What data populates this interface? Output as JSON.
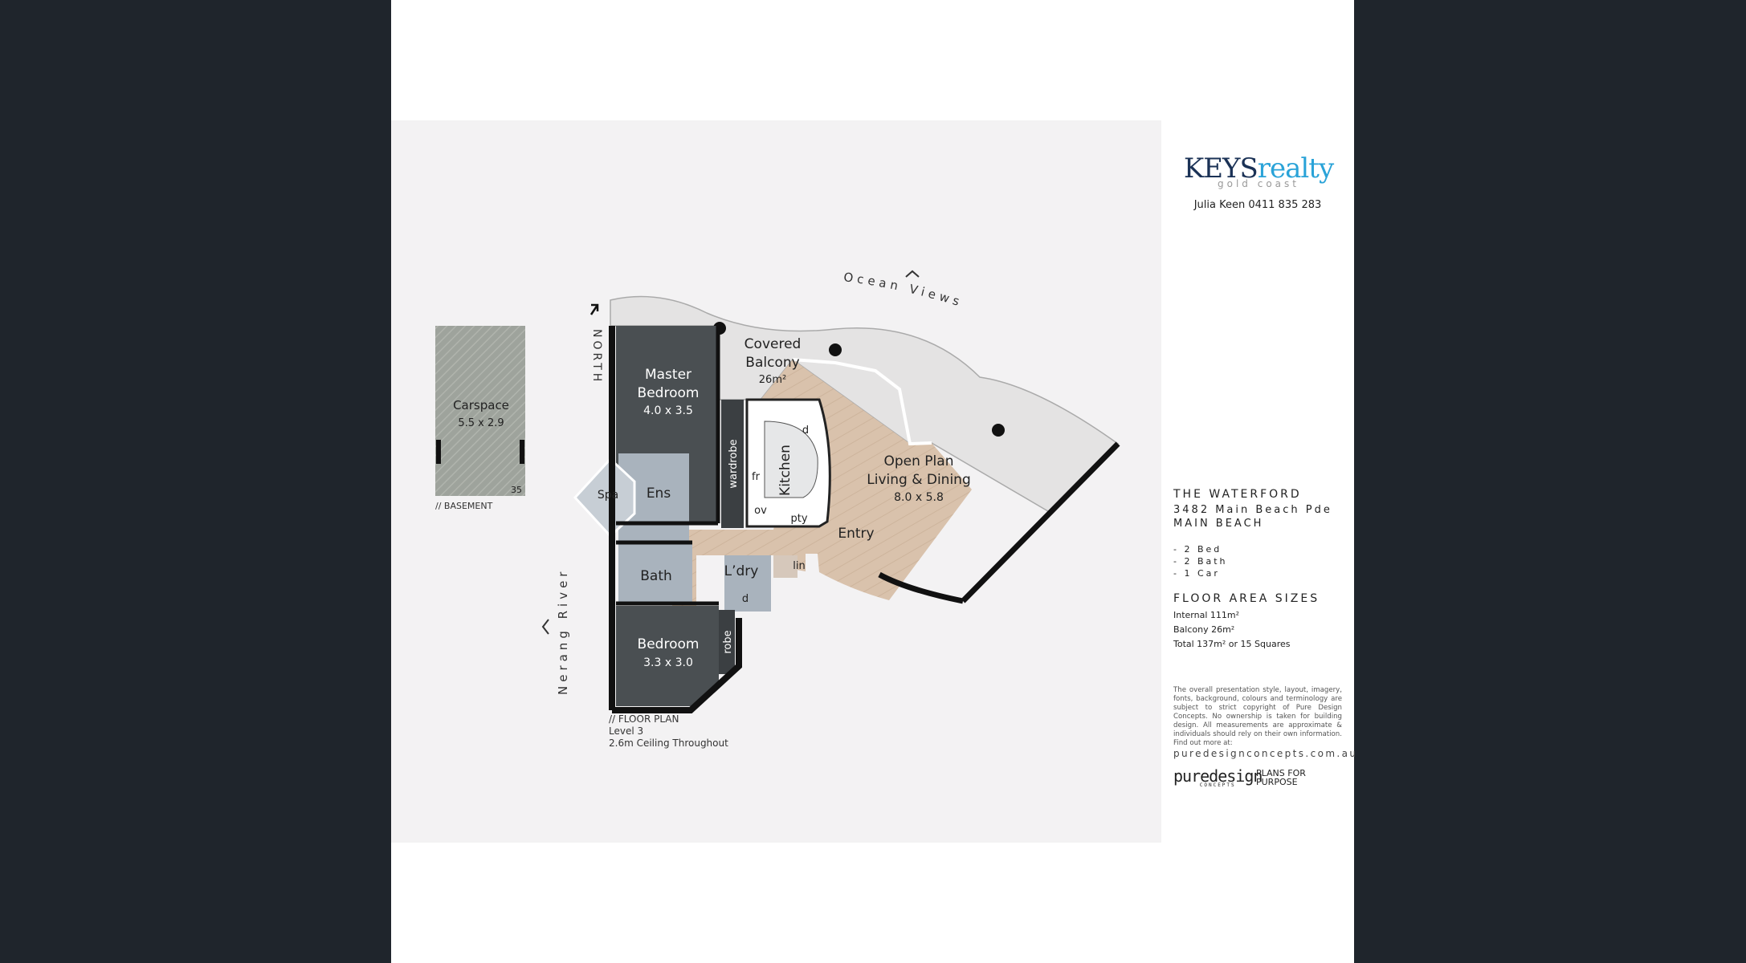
{
  "brand": {
    "name_dark": "KEYS",
    "name_light": "realty",
    "sub": "gold coast",
    "agent": "Julia Keen  0411 835 283"
  },
  "property": {
    "name": "THE WATERFORD",
    "address1": "3482 Main Beach Pde",
    "address2": "MAIN BEACH",
    "features": [
      "- 2 Bed",
      "- 2 Bath",
      "- 1 Car"
    ]
  },
  "floor_area": {
    "title": "FLOOR AREA SIZES",
    "rows": [
      "Internal 111m²",
      "Balcony 26m²",
      "Total 137m² or 15 Squares"
    ]
  },
  "disclaimer": "The overall presentation style, layout, imagery, fonts, background, colours and terminology are subject to strict copyright of Pure Design Concepts. No ownership is taken for building design. All measurements are approximate & individuals should rely on their own information. Find out more at:",
  "disclaimer_url": "puredesignconcepts.com.au",
  "designer": {
    "logo": "puredesign",
    "logo_sub": "CONCEPTS",
    "tagline1": "PLANS FOR",
    "tagline2": "PURPOSE"
  },
  "plan": {
    "north": "NORTH",
    "ocean": "Ocean Views",
    "river": "Nerang River",
    "carspace": {
      "name": "Carspace",
      "size": "5.5 x 2.9",
      "number": "35",
      "caption": "// BASEMENT"
    },
    "rooms": {
      "master": {
        "name1": "Master",
        "name2": "Bedroom",
        "size": "4.0 x 3.5"
      },
      "balcony": {
        "name1": "Covered",
        "name2": "Balcony",
        "size": "26m²"
      },
      "living": {
        "name1": "Open Plan",
        "name2": "Living & Dining",
        "size": "8.0 x 5.8"
      },
      "bedroom": {
        "name": "Bedroom",
        "size": "3.3 x 3.0"
      },
      "kitchen": "Kitchen",
      "entry": "Entry",
      "spa": "Spa",
      "ens": "Ens",
      "bath": "Bath",
      "laundry": "L’dry",
      "linen": "lin",
      "wardrobe": "wardrobe",
      "robe": "robe",
      "fridge": "fr",
      "oven": "ov",
      "pantry": "pty",
      "dishwasher": "d",
      "dryer": "d"
    },
    "caption": {
      "line1": "// FLOOR PLAN",
      "line2": "Level 3",
      "line3": "2.6m Ceiling Throughout"
    }
  }
}
